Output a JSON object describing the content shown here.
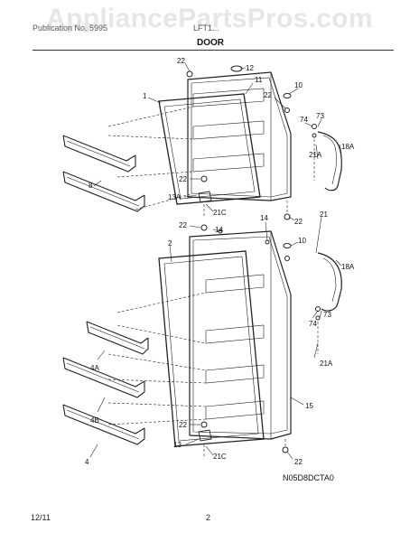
{
  "watermark": "AppliancePartsPros.com",
  "header": {
    "left": "Publication No. 5995",
    "mid": "LFT1..."
  },
  "section_title": "DOOR",
  "figure_code": "N05D8DCTA0",
  "footer": {
    "date": "12/11",
    "page": "2"
  },
  "callouts": {
    "c22a": "22",
    "c12": "12",
    "c11": "11",
    "c1": "1",
    "c22b": "22",
    "c10a": "10",
    "c74a": "74",
    "c73a": "73",
    "c18a": "18A",
    "c21a": "21A",
    "c8": "8",
    "c22c": "22",
    "c13a": "13A",
    "c21c_a": "21C",
    "c14a": "14",
    "c22d": "22",
    "c22e": "22",
    "c14b": "14",
    "c21": "21",
    "c2": "2",
    "c10b": "10",
    "c18b": "18A",
    "c74b": "74",
    "c73b": "73",
    "c4a": "4A",
    "c21a_b": "21A",
    "c15": "15",
    "c4b": "4B",
    "c22f": "22",
    "c13": "13",
    "c4": "4",
    "c22g": "22",
    "c21c_b": "21C"
  }
}
